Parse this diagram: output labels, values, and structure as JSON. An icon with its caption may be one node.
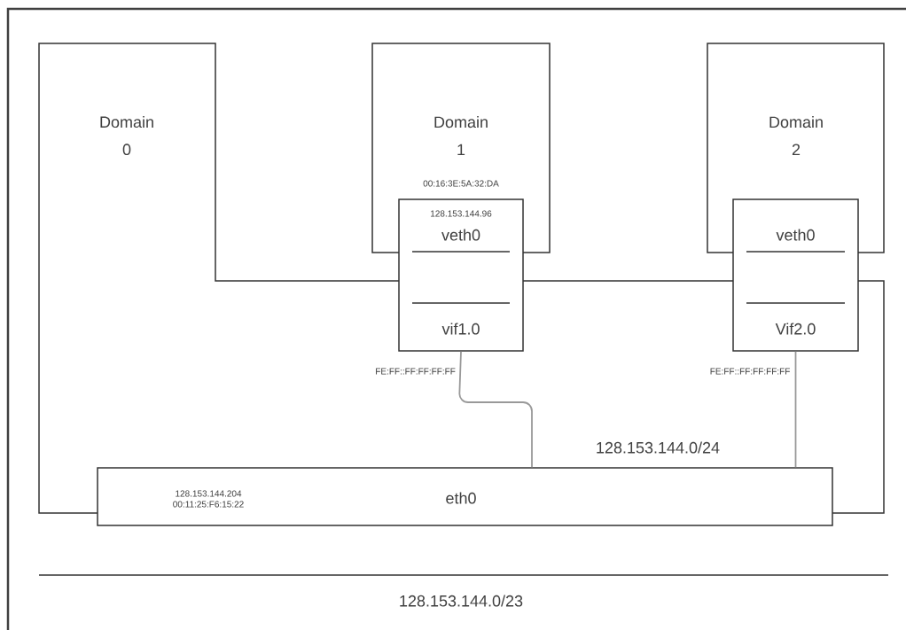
{
  "diagram": {
    "nodes": [
      {
        "text": [
          "Domain 0"
        ]
      },
      {
        "text": [
          "Domain 1"
        ]
      },
      {
        "text": [
          "Domain 2"
        ]
      },
      {
        "text": [
          "128.153.144.96",
          "veth0",
          "vif1.0"
        ],
        "beside": [
          "FE:FF::FF:FF:FF:FF"
        ]
      },
      {
        "text": [
          "veth0",
          "Vif2.0"
        ],
        "beside": [
          "FE:FF::FF:FF:FF:FF"
        ]
      },
      {
        "text": [
          "128.153.144.204 00:11:25:F6:15:22",
          "eth0"
        ]
      }
    ],
    "edges": [
      {
        "from": 3,
        "to": 5,
        "arrow": "none",
        "color": "#999999"
      },
      {
        "from": 4,
        "to": 5,
        "arrow": "none",
        "color": "#999999"
      }
    ],
    "labels": [
      "00:16:3E:5A:32:DA",
      "128.153.144.0/24",
      "128.153.144.0/23"
    ]
  }
}
